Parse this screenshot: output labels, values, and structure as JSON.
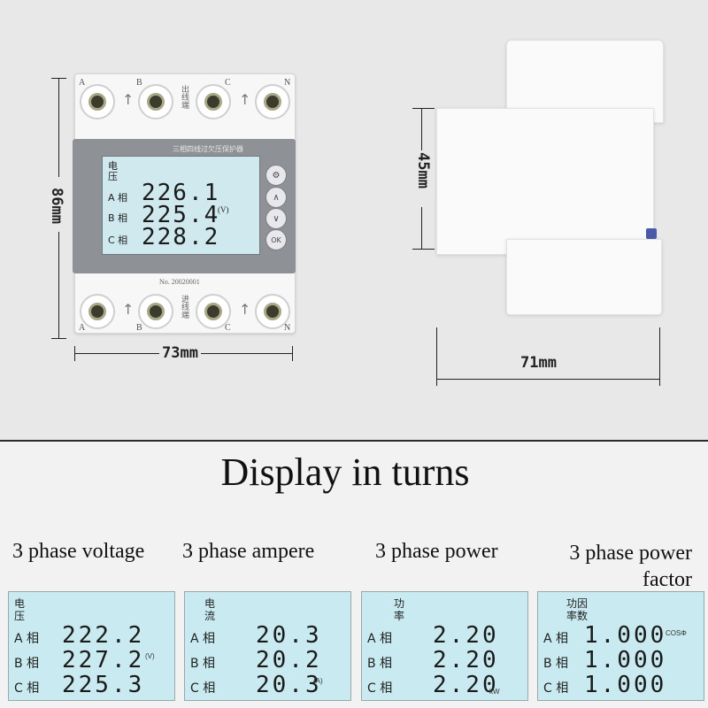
{
  "front": {
    "top_terminals": [
      "A",
      "B",
      "C",
      "N"
    ],
    "top_side_label": "出线端",
    "bottom_terminals": [
      "A",
      "B",
      "C",
      "N"
    ],
    "bottom_side_label": "进线端",
    "panel_title": "三相四线过欠压保护器",
    "serial": "No. 20020001",
    "lcd_head": [
      "电",
      "压"
    ],
    "rows": [
      {
        "label": "A 相",
        "value": "226.1"
      },
      {
        "label": "B 相",
        "value": "225.4"
      },
      {
        "label": "C 相",
        "value": "228.2"
      }
    ],
    "unit": "(V)",
    "buttons": [
      {
        "name": "set-button",
        "glyph": "⚙"
      },
      {
        "name": "up-button",
        "glyph": "∧"
      },
      {
        "name": "down-button",
        "glyph": "∨"
      },
      {
        "name": "ok-button",
        "glyph": "OK"
      }
    ]
  },
  "dimensions": {
    "height": "86mm",
    "width": "73mm",
    "depth_height": "45mm",
    "depth": "71mm"
  },
  "bottom": {
    "heading": "Display in turns",
    "panels": [
      {
        "caption": "3 phase voltage",
        "head": [
          "电",
          "压"
        ],
        "rows": [
          {
            "label": "A 相",
            "value": "222.2"
          },
          {
            "label": "B 相",
            "value": "227.2"
          },
          {
            "label": "C 相",
            "value": "225.3"
          }
        ],
        "unit": "(V)"
      },
      {
        "caption": "3 phase ampere",
        "head": [
          "电",
          "流"
        ],
        "rows": [
          {
            "label": "A 相",
            "value": "20.3"
          },
          {
            "label": "B 相",
            "value": "20.2"
          },
          {
            "label": "C 相",
            "value": "20.3"
          }
        ],
        "unit": "(A)"
      },
      {
        "caption": "3 phase power",
        "head": [
          "功",
          "率"
        ],
        "rows": [
          {
            "label": "A 相",
            "value": "2.20"
          },
          {
            "label": "B 相",
            "value": "2.20"
          },
          {
            "label": "C 相",
            "value": "2.20"
          }
        ],
        "unit": "kW"
      },
      {
        "caption": "3 phase power factor",
        "head": [
          "功因",
          "率数"
        ],
        "rows": [
          {
            "label": "A 相",
            "value": "1.000"
          },
          {
            "label": "B 相",
            "value": "1.000"
          },
          {
            "label": "C 相",
            "value": "1.000"
          }
        ],
        "unit": "COSΦ"
      }
    ]
  }
}
